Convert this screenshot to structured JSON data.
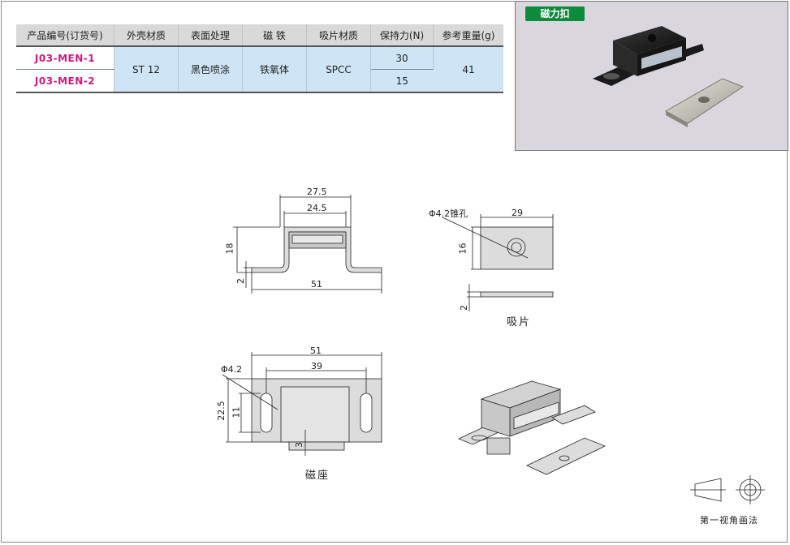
{
  "table": {
    "headers": [
      "产品编号(订货号)",
      "外壳材质",
      "表面处理",
      "磁 铁",
      "吸片材质",
      "保持力(N)",
      "参考重量(g)"
    ],
    "codes": [
      "J03-MEN-1",
      "J03-MEN-2"
    ],
    "shell_material": "ST 12",
    "surface": "黑色喷涂",
    "magnet": "铁氧体",
    "plate_material": "SPCC",
    "holding_force": [
      "30",
      "15"
    ],
    "weight": "41"
  },
  "photo": {
    "tag": "磁力扣"
  },
  "drawing": {
    "front_dims": {
      "w_outer": "27.5",
      "w_inner": "24.5",
      "height": "18",
      "thick": "2",
      "base": "51"
    },
    "plate_dims": {
      "hole": "Φ4.2锥孔",
      "width": "29",
      "height": "16",
      "thick": "2"
    },
    "plate_label": "吸片",
    "top_dims": {
      "hole": "Φ4.2",
      "width": "51",
      "pitch": "39",
      "height": "22.5",
      "slot": "11",
      "step": "3"
    },
    "base_label": "磁座",
    "projection_label": "第一视角画法"
  }
}
